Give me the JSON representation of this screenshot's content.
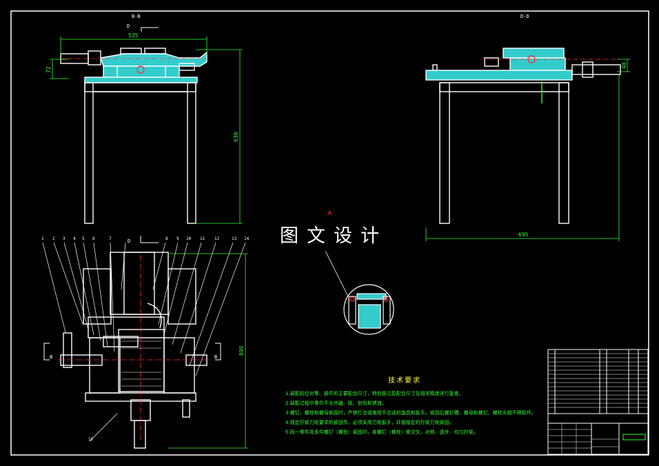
{
  "views": {
    "bb_label": "B-B",
    "dd_label": "D-D",
    "d_marker": "D",
    "b_marker": "B"
  },
  "dimensions": {
    "width_535": "535",
    "height_72": "72",
    "height_638": "638",
    "width_695": "695",
    "height_40": "40",
    "height_895": "895"
  },
  "watermark": "图文设计",
  "section_marker": "A",
  "callouts": [
    "1",
    "2",
    "3",
    "4",
    "5",
    "6",
    "7",
    "8",
    "9",
    "10",
    "11",
    "12",
    "13",
    "14",
    "15"
  ],
  "tech_requirements": {
    "title": "技术要求",
    "items": [
      "1.装配前应对零、部件的主要配合尺寸，特别是过盈配合尺寸及相关精度进行复查。",
      "2.装配过程中零件不允许磕、碰、划伤和锈蚀。",
      "3.螺钉、螺栓和螺母紧固时，严禁打击或使用不合适的旋具和扳手。紧固后螺钉槽、螺母和螺钉、螺栓头部不得损坏。",
      "4.规定拧紧力矩要求的紧固件，必须采用力矩扳手，并按规定的拧紧力矩紧固。",
      "5.同一零件用多件螺钉（螺栓）紧固时，各螺钉（螺栓）需交叉、对称、逐步、均匀拧紧。"
    ]
  },
  "colors": {
    "background": "#000000",
    "line": "#ffffff",
    "dimension": "#33ff33",
    "section_fill": "#33cccc",
    "centerline": "#ff3333",
    "title_text": "#ffff33"
  }
}
